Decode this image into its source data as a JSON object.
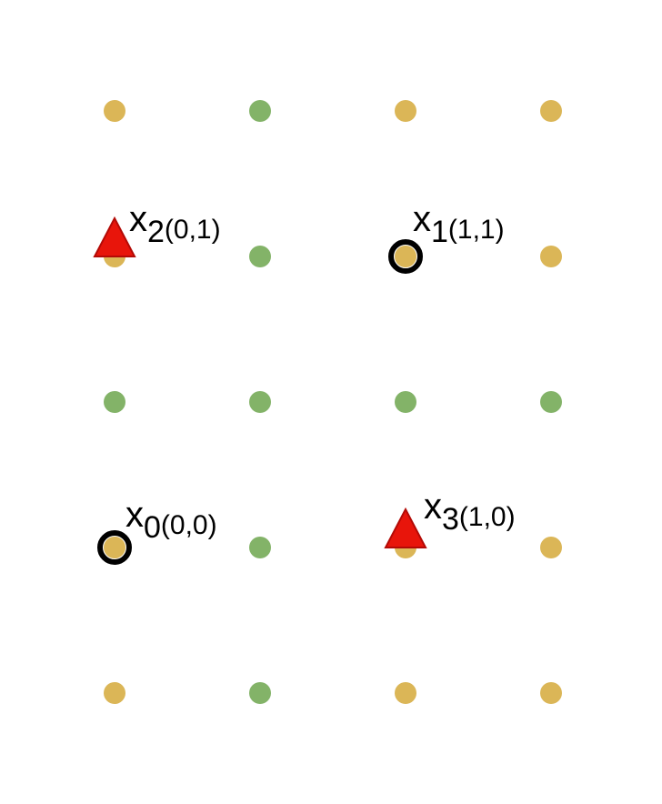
{
  "colors": {
    "background": "#ffffff",
    "gold": "#dbb657",
    "green": "#83b368",
    "triangle_fill": "#e8150b",
    "triangle_stroke": "#b30a06",
    "ring": "#000000"
  },
  "lattice": {
    "columns": 4,
    "rows": 5,
    "dot_colors": [
      [
        "gold",
        "green",
        "gold",
        "gold"
      ],
      [
        "gold",
        "green",
        "gold",
        "gold"
      ],
      [
        "green",
        "green",
        "green",
        "green"
      ],
      [
        "gold",
        "green",
        "gold",
        "gold"
      ],
      [
        "gold",
        "green",
        "gold",
        "gold"
      ]
    ]
  },
  "points": [
    {
      "id": "x0",
      "base": "x",
      "sub": "0",
      "coord": "(0,0)",
      "marker": "ring",
      "col": 0,
      "row": 3
    },
    {
      "id": "x1",
      "base": "x",
      "sub": "1",
      "coord": "(1,1)",
      "marker": "ring",
      "col": 2,
      "row": 1
    },
    {
      "id": "x2",
      "base": "x",
      "sub": "2",
      "coord": "(0,1)",
      "marker": "triangle",
      "col": 0,
      "row": 1
    },
    {
      "id": "x3",
      "base": "x",
      "sub": "3",
      "coord": "(1,0)",
      "marker": "triangle",
      "col": 2,
      "row": 3
    }
  ]
}
